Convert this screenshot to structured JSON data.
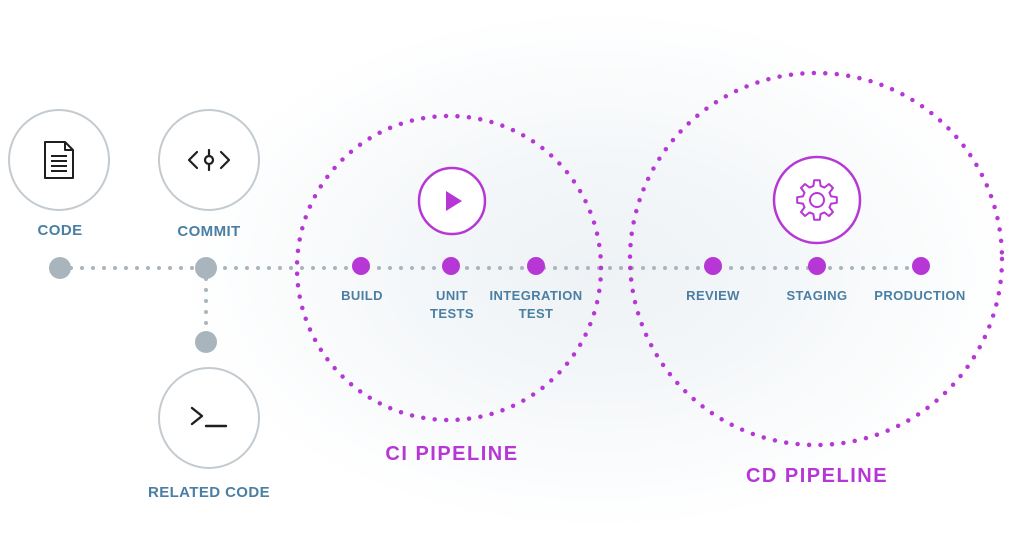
{
  "labels": {
    "code": "CODE",
    "commit": "COMMIT",
    "related_code": "RELATED CODE",
    "build": "BUILD",
    "unit_tests_line1": "UNIT",
    "unit_tests_line2": "TESTS",
    "integration_line1": "INTEGRATION",
    "integration_line2": "TEST",
    "review": "REVIEW",
    "staging": "STAGING",
    "production": "PRODUCTION",
    "ci_pipeline": "CI PIPELINE",
    "cd_pipeline": "CD PIPELINE"
  },
  "colors": {
    "accent": "#b737d6",
    "node_gray": "#a9b5bc",
    "label_blue": "#4a7fa3",
    "circle_outline": "#c3cbd0"
  },
  "icons": {
    "code": "document-icon",
    "commit": "commit-icon",
    "related_code": "terminal-icon",
    "ci": "play-icon",
    "cd": "gear-icon"
  }
}
